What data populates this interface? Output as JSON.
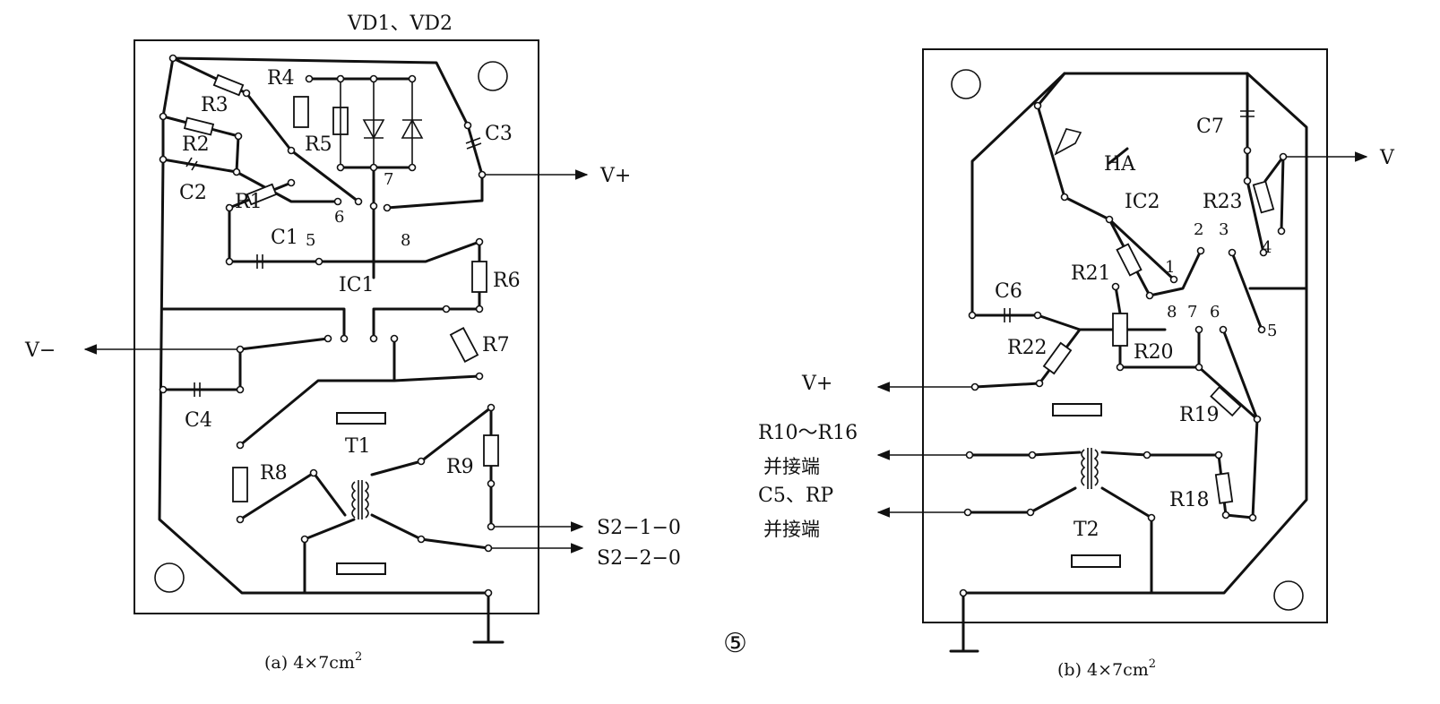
{
  "panel_a": {
    "top_label": "VD1、VD2",
    "components": [
      "R1",
      "R2",
      "R3",
      "R4",
      "R5",
      "R6",
      "R7",
      "R8",
      "R9",
      "C1",
      "C2",
      "C3",
      "C4",
      "T1"
    ],
    "ic": "IC1",
    "pins": [
      "5",
      "6",
      "7",
      "8"
    ],
    "terminals": {
      "v_plus": "V+",
      "v_minus": "V−",
      "s2_1": "S2−1−0",
      "s2_2": "S2−2−0"
    },
    "caption": "(a)  4×7cm",
    "caption_sup": "2"
  },
  "panel_b": {
    "components": [
      "R18",
      "R19",
      "R20",
      "R21",
      "R22",
      "R23",
      "C6",
      "C7",
      "T2",
      "HA"
    ],
    "ic": "IC2",
    "pins": [
      "1",
      "2",
      "3",
      "4",
      "5",
      "6",
      "7",
      "8"
    ],
    "terminals": {
      "v_plus": "V+",
      "v_right": "V",
      "r_line1": "R10～R16",
      "r_line2": "并接端",
      "c_line1": "C5、RP",
      "c_line2": "并接端"
    },
    "caption": "(b)  4×7cm",
    "caption_sup": "2"
  },
  "figure_number": "⑤"
}
